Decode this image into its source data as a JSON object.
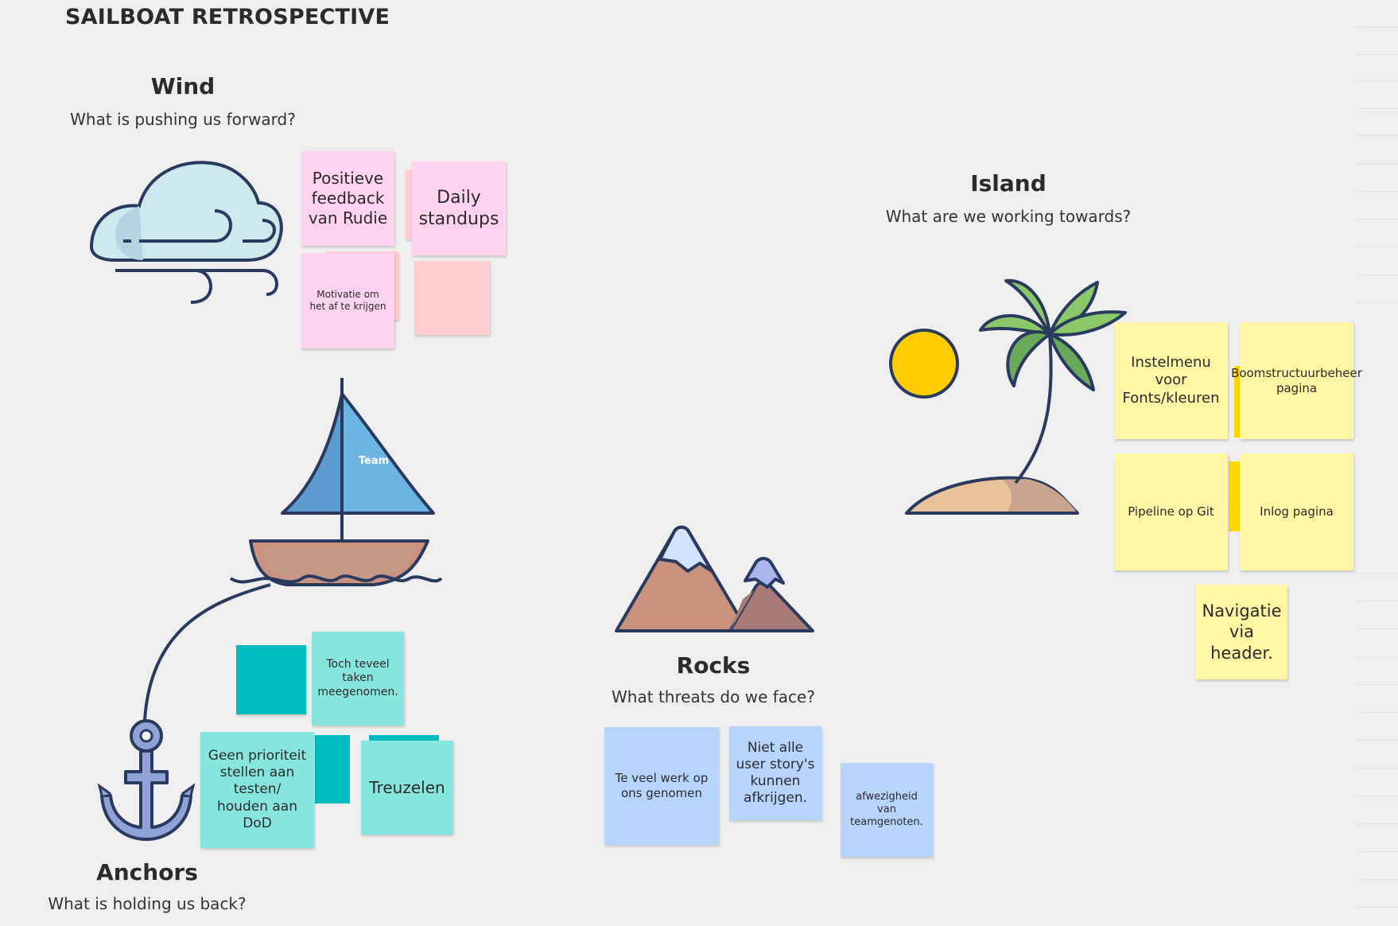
{
  "board": {
    "title": "SAILBOAT RETROSPECTIVE"
  },
  "zones": {
    "wind": {
      "title": "Wind",
      "subtitle": "What is pushing us forward?"
    },
    "island": {
      "title": "Island",
      "subtitle": "What are we working towards?"
    },
    "rocks": {
      "title": "Rocks",
      "subtitle": "What threats do we face?"
    },
    "anchors": {
      "title": "Anchors",
      "subtitle": "What is holding us back?"
    }
  },
  "boat": {
    "sail_label": "Team"
  },
  "notes": {
    "wind": [
      {
        "text": "Positieve feedback van Rudie"
      },
      {
        "text": "Daily standups"
      },
      {
        "text": "Motivatie om het af te krijgen"
      },
      {
        "text": ""
      }
    ],
    "island": [
      {
        "text": "Instelmenu voor Fonts/kleuren"
      },
      {
        "text": "Boomstructuurbeheer pagina"
      },
      {
        "text": "Pipeline op Git"
      },
      {
        "text": "Inlog pagina"
      },
      {
        "text": "Navigatie via header."
      }
    ],
    "anchors": [
      {
        "text": ""
      },
      {
        "text": "Toch teveel taken meegenomen."
      },
      {
        "text": "Geen prioriteit stellen aan testen/ houden aan DoD"
      },
      {
        "text": ""
      },
      {
        "text": "Treuzelen"
      }
    ],
    "rocks": [
      {
        "text": "Te veel werk op ons genomen"
      },
      {
        "text": "Niet alle user story's kunnen afkrijgen."
      },
      {
        "text": "afwezigheid van teamgenoten."
      }
    ]
  },
  "colors": {
    "background": "#efefef",
    "pink_note": "#ffd3f0",
    "salmon_note": "#ffcdd0",
    "yellow_note": "#fff6a3",
    "teal_note": "#86e6de",
    "teal_dark_note": "#00bcbf",
    "blue_note": "#b7d4ff",
    "outline": "#2a3a5e"
  },
  "icons": [
    "cloud-wind-icon",
    "sailboat-icon",
    "anchor-icon",
    "mountains-icon",
    "sun-icon",
    "palm-island-icon"
  ]
}
